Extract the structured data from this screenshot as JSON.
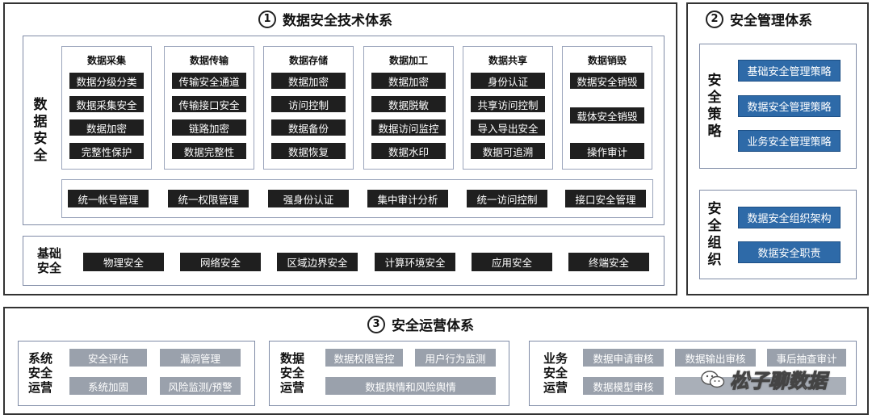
{
  "tech": {
    "number": "1",
    "title": "数据安全技术体系",
    "data_security_label": [
      "数",
      "据",
      "安",
      "全"
    ],
    "columns": [
      {
        "title": "数据采集",
        "items": [
          "数据分级分类",
          "数据采集安全",
          "数据加密",
          "完整性保护"
        ]
      },
      {
        "title": "数据传输",
        "items": [
          "传输安全通道",
          "传输接口安全",
          "链路加密",
          "数据完整性"
        ]
      },
      {
        "title": "数据存储",
        "items": [
          "数据加密",
          "访问控制",
          "数据备份",
          "数据恢复"
        ]
      },
      {
        "title": "数据加工",
        "items": [
          "数据加密",
          "数据脱敏",
          "数据访问监控",
          "数据水印"
        ]
      },
      {
        "title": "数据共享",
        "items": [
          "身份认证",
          "共享访问控制",
          "导入导出安全",
          "数据可追溯"
        ]
      },
      {
        "title": "数据销毁",
        "items": [
          "数据安全销毁",
          "载体安全销毁",
          "操作审计"
        ]
      }
    ],
    "common": [
      "统一帐号管理",
      "统一权限管理",
      "强身份认证",
      "集中审计分析",
      "统一访问控制",
      "接口安全管理"
    ],
    "base_label": [
      "基础",
      "安全"
    ],
    "base": [
      "物理安全",
      "网络安全",
      "区域边界安全",
      "计算环境安全",
      "应用安全",
      "终端安全"
    ]
  },
  "mgmt": {
    "number": "2",
    "title": "安全管理体系",
    "policy_label": [
      "安",
      "全",
      "策",
      "略"
    ],
    "policies": [
      "基础安全管理策略",
      "数据安全管理策略",
      "业务安全管理策略"
    ],
    "org_label": [
      "安",
      "全",
      "组",
      "织"
    ],
    "orgs": [
      "数据安全组织架构",
      "数据安全职责"
    ]
  },
  "ops": {
    "number": "3",
    "title": "安全运营体系",
    "groups": [
      {
        "label": [
          "系统",
          "安全",
          "运营"
        ],
        "items": [
          "安全评估",
          "漏洞管理",
          "系统加固",
          "风险监测/预警"
        ]
      },
      {
        "label": [
          "数据",
          "安全",
          "运营"
        ],
        "items": [
          "数据权限管控",
          "用户行为监测",
          "数据舆情和风险舆情"
        ]
      },
      {
        "label": [
          "业务",
          "安全",
          "运营"
        ],
        "items": [
          "数据申请审核",
          "数据输出审核",
          "事后抽查审计",
          "数据模型审核"
        ]
      }
    ]
  },
  "watermark": {
    "brand": "松子聊数据",
    "logo_icon": "wechat-icon"
  },
  "colors": {
    "dark_box": "#1f1f1f",
    "blue_box": "#2e6aa8",
    "gray_box": "#9aa1ac"
  }
}
